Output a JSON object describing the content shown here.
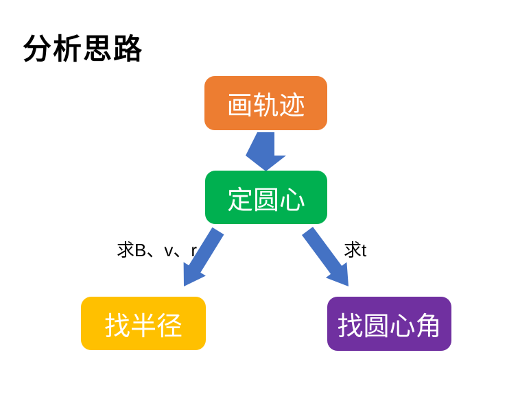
{
  "title": "分析思路",
  "flowchart": {
    "arrow_color": "#4472C4",
    "nodes": [
      {
        "id": "draw-trajectory",
        "label": "画轨迹",
        "color": "#ED7D31"
      },
      {
        "id": "fix-center",
        "label": "定圆心",
        "color": "#00B050"
      },
      {
        "id": "find-radius",
        "label": "找半径",
        "color": "#FFC000"
      },
      {
        "id": "find-central-angle",
        "label": "找圆心角",
        "color": "#7030A0"
      }
    ],
    "edges": [
      {
        "from": "draw-trajectory",
        "to": "fix-center",
        "label": ""
      },
      {
        "from": "fix-center",
        "to": "find-radius",
        "label": "求B、v、r"
      },
      {
        "from": "fix-center",
        "to": "find-central-angle",
        "label": "求t"
      }
    ]
  }
}
